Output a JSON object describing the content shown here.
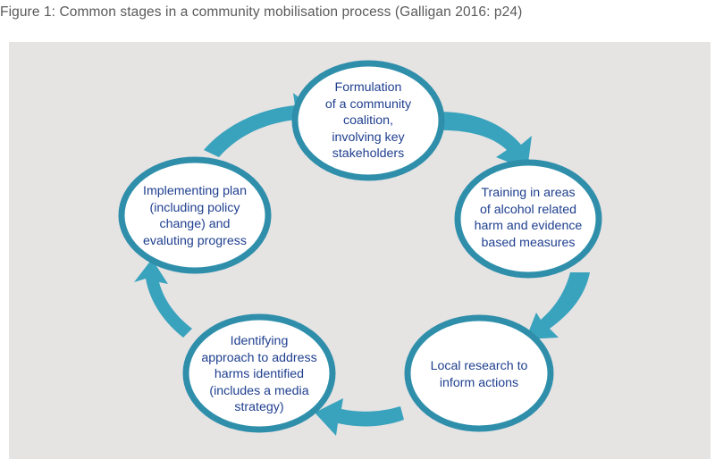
{
  "caption": "Figure 1: Common stages in a community mobilisation process (Galligan 2016: p24)",
  "colors": {
    "panel_background": "#e6e3e3",
    "cycle_arrow": "#39a3bd",
    "cycle_arrow_dark": "#2b8ca6",
    "node_fill": "#ffffff",
    "node_border": "#2f8fab",
    "node_text": "#1f3f8f"
  },
  "icons": [
    "circular-cycle-arrow-icon"
  ],
  "stages": [
    {
      "id": "formulation",
      "text": "Formulation\nof a community\ncoalition,\ninvolving key\nstakeholders"
    },
    {
      "id": "training",
      "text": "Training in areas\nof alcohol related\nharm and evidence\nbased measures"
    },
    {
      "id": "local-research",
      "text": "Local research to\ninform actions"
    },
    {
      "id": "identifying",
      "text": "Identifying\napproach to address\nharms identified\n(includes a media\nstrategy)"
    },
    {
      "id": "implementing",
      "text": "Implementing plan\n(including policy\nchange) and\nevaluting progress"
    }
  ]
}
